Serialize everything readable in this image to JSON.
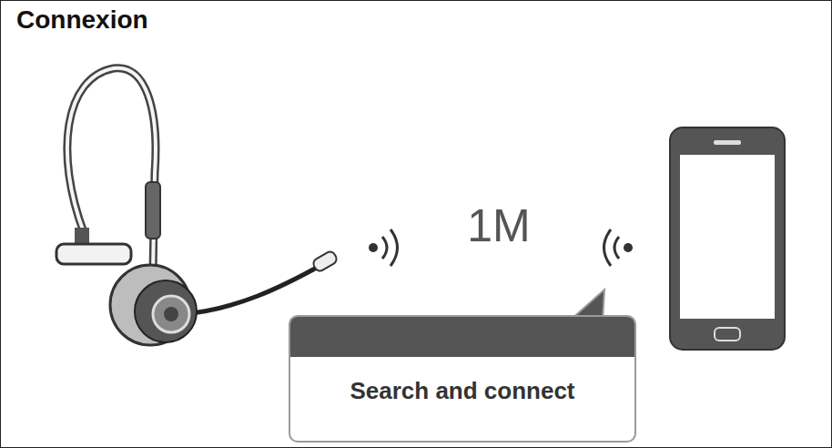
{
  "diagram": {
    "title": "Connexion",
    "nodes": [
      {
        "text": [
          "Search and connect"
        ]
      }
    ],
    "labels": [
      "1M"
    ]
  }
}
